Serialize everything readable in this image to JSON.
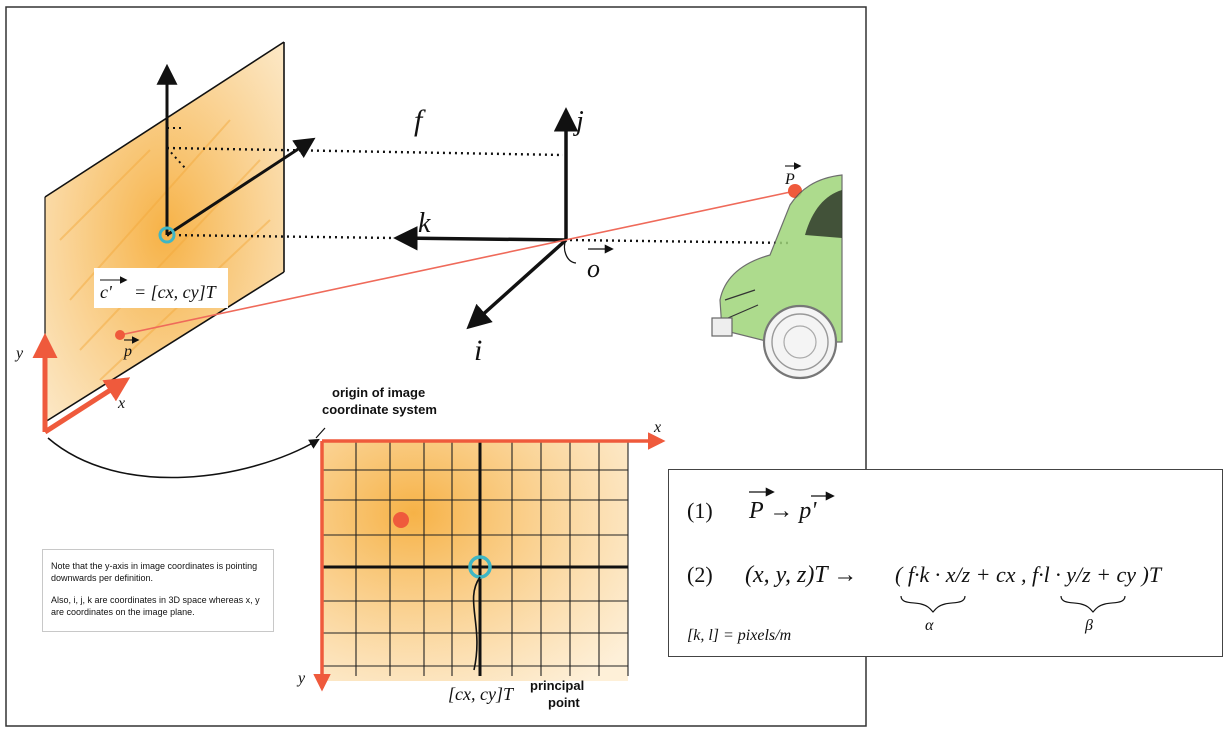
{
  "labels": {
    "f": "f",
    "j": "j",
    "k": "k",
    "i": "i",
    "o": "o",
    "P_world": "P",
    "p_image": "p",
    "c_prime_lhs": "c'",
    "c_prime_rhs": "= [cx, cy]T",
    "y_plane": "y",
    "x_plane": "x",
    "x_image": "x",
    "y_image": "y",
    "origin_line1": "origin of image",
    "origin_line2": "coordinate system",
    "principal_line1": "principal",
    "principal_line2": "point",
    "principal_coords": "[cx, cy]T"
  },
  "note": {
    "line1": "Note that the y-axis in image coordinates is pointing downwards per definition.",
    "line2": "Also, i, j, k are coordinates in 3D space whereas x, y are coordinates on the image plane."
  },
  "formula": {
    "eq1_number": "(1)",
    "eq1": "P → p'",
    "eq2_number": "(2)",
    "eq2_lhs": "(x, y, z)T →",
    "eq2_rhs": "( f·k · x/z + cx , f·l · y/z + cy )T",
    "alpha": "α",
    "beta": "β",
    "units": "[k, l] = pixels/m"
  },
  "colors": {
    "sketch_orange": "#f5b544",
    "accent_red": "#ef5a3c",
    "principal_cyan": "#3fb6c4",
    "car_green": "#8ccf63",
    "ink": "#111111"
  }
}
